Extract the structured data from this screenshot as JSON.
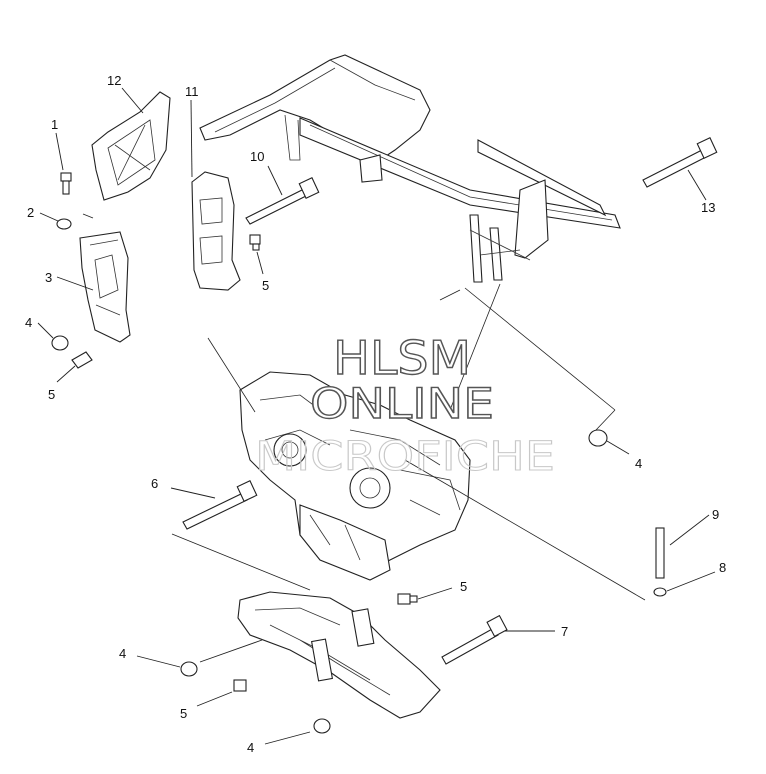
{
  "watermark": {
    "line1": "HLSM",
    "line2": "ONLINE",
    "line3": "MICROFICHE"
  },
  "callouts": {
    "c1": "1",
    "c2": "2",
    "c3": "3",
    "c4a": "4",
    "c5a": "5",
    "c12": "12",
    "c11": "11",
    "c10": "10",
    "c5b": "5",
    "c13": "13",
    "c4b": "4",
    "c6": "6",
    "c9": "9",
    "c8": "8",
    "c5c": "5",
    "c7": "7",
    "c4c": "4",
    "c5d": "5",
    "c4d": "4"
  }
}
